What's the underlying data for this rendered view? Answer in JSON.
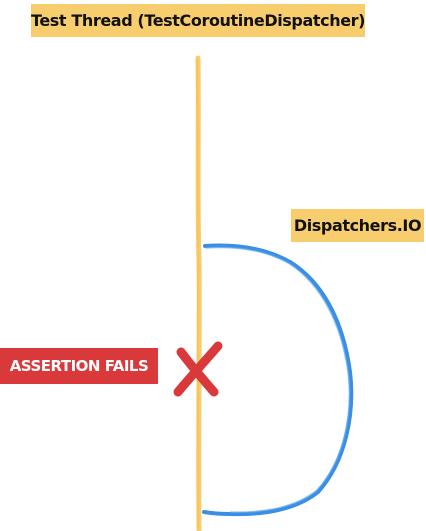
{
  "labels": {
    "test_thread": "Test Thread (TestCoroutineDispatcher)",
    "dispatchers_io": "Dispatchers.IO",
    "assertion_fails": "ASSERTION FAILS"
  },
  "colors": {
    "thread_line": "#f8cd6e",
    "io_path": "#3a8ee6",
    "fail": "#d9393b",
    "label_bg": "#f8cd6e",
    "label_text": "#111111",
    "fail_text": "#ffffff"
  },
  "icons": {
    "failure_mark": "x-mark-icon"
  }
}
